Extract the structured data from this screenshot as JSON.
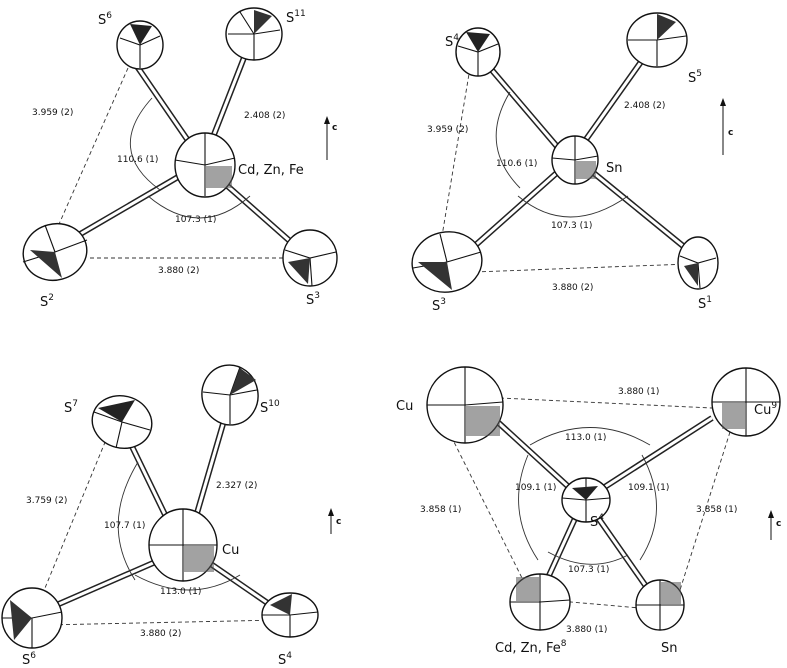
{
  "panels": [
    {
      "id": "top-left",
      "atoms": [
        {
          "base": "S",
          "sup": "6"
        },
        {
          "base": "S",
          "sup": "11"
        },
        {
          "base": "Cd, Zn, Fe",
          "sup": ""
        },
        {
          "base": "S",
          "sup": "2"
        },
        {
          "base": "S",
          "sup": "3"
        }
      ],
      "values": [
        "3.959 (2)",
        "2.408 (2)",
        "110.6 (1)",
        "107.3 (1)",
        "3.880 (2)"
      ],
      "axis": "c"
    },
    {
      "id": "top-right",
      "atoms": [
        {
          "base": "S",
          "sup": "4"
        },
        {
          "base": "S",
          "sup": "5"
        },
        {
          "base": "Sn",
          "sup": ""
        },
        {
          "base": "S",
          "sup": "3"
        },
        {
          "base": "S",
          "sup": "1"
        }
      ],
      "values": [
        "3.959 (2)",
        "2.408 (2)",
        "110.6 (1)",
        "107.3 (1)",
        "3.880 (2)"
      ],
      "axis": "c"
    },
    {
      "id": "bottom-left",
      "atoms": [
        {
          "base": "S",
          "sup": "7"
        },
        {
          "base": "S",
          "sup": "10"
        },
        {
          "base": "Cu",
          "sup": ""
        },
        {
          "base": "S",
          "sup": "6"
        },
        {
          "base": "S",
          "sup": "4"
        }
      ],
      "values": [
        "3.759 (2)",
        "2.327 (2)",
        "107.7 (1)",
        "113.0 (1)",
        "3.880 (2)"
      ],
      "axis": "c"
    },
    {
      "id": "bottom-right",
      "atoms": [
        {
          "base": "Cu",
          "sup": ""
        },
        {
          "base": "Cu",
          "sup": "9"
        },
        {
          "base": "S",
          "sup": "4"
        },
        {
          "base": "Cd, Zn, Fe",
          "sup": "8"
        },
        {
          "base": "Sn",
          "sup": ""
        }
      ],
      "values": [
        "3.880 (1)",
        "113.0 (1)",
        "109.1 (1)",
        "109.1 (1)",
        "3.858 (1)",
        "3.858 (1)",
        "107.3 (1)",
        "3.880 (1)"
      ],
      "axis": "c"
    }
  ]
}
